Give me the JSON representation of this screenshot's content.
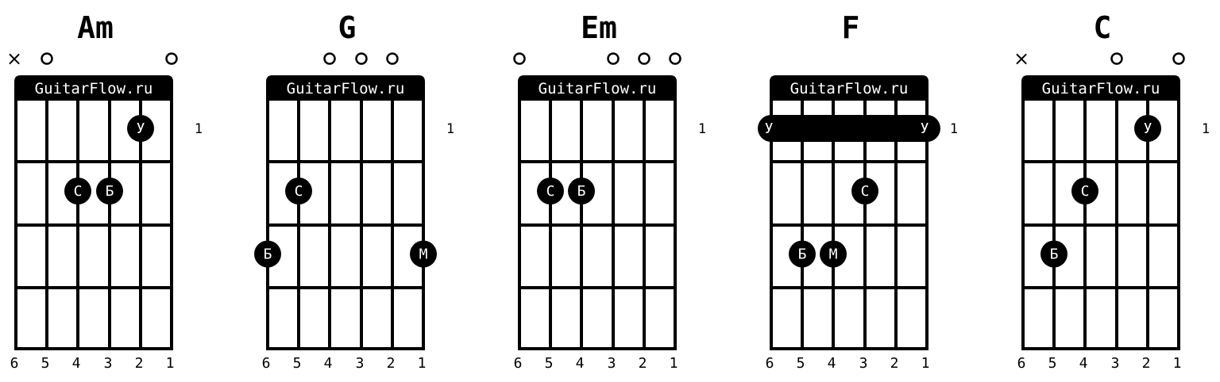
{
  "brand_label": "GuitarFlow.ru",
  "fret_number_label": "1",
  "string_numbers": [
    "6",
    "5",
    "4",
    "3",
    "2",
    "1"
  ],
  "chords": [
    {
      "name": "Am",
      "open_marks": [
        {
          "string": 6,
          "mark": "×"
        },
        {
          "string": 5,
          "mark": "○"
        },
        {
          "string": 1,
          "mark": "○"
        }
      ],
      "barre": null,
      "fingers": [
        {
          "string": 2,
          "fret": 1,
          "label": "У"
        },
        {
          "string": 4,
          "fret": 2,
          "label": "С"
        },
        {
          "string": 3,
          "fret": 2,
          "label": "Б"
        }
      ]
    },
    {
      "name": "G",
      "open_marks": [
        {
          "string": 4,
          "mark": "○"
        },
        {
          "string": 3,
          "mark": "○"
        },
        {
          "string": 2,
          "mark": "○"
        }
      ],
      "barre": null,
      "fingers": [
        {
          "string": 5,
          "fret": 2,
          "label": "С"
        },
        {
          "string": 6,
          "fret": 3,
          "label": "Б"
        },
        {
          "string": 1,
          "fret": 3,
          "label": "М"
        }
      ]
    },
    {
      "name": "Em",
      "open_marks": [
        {
          "string": 6,
          "mark": "○"
        },
        {
          "string": 3,
          "mark": "○"
        },
        {
          "string": 2,
          "mark": "○"
        },
        {
          "string": 1,
          "mark": "○"
        }
      ],
      "barre": null,
      "fingers": [
        {
          "string": 5,
          "fret": 2,
          "label": "С"
        },
        {
          "string": 4,
          "fret": 2,
          "label": "Б"
        }
      ]
    },
    {
      "name": "F",
      "open_marks": [],
      "barre": {
        "fret": 1,
        "from_string": 6,
        "to_string": 1,
        "label_left": "У",
        "label_right": "У"
      },
      "fingers": [
        {
          "string": 3,
          "fret": 2,
          "label": "С"
        },
        {
          "string": 5,
          "fret": 3,
          "label": "Б"
        },
        {
          "string": 4,
          "fret": 3,
          "label": "М"
        }
      ]
    },
    {
      "name": "C",
      "open_marks": [
        {
          "string": 6,
          "mark": "×"
        },
        {
          "string": 3,
          "mark": "○"
        },
        {
          "string": 1,
          "mark": "○"
        }
      ],
      "barre": null,
      "fingers": [
        {
          "string": 2,
          "fret": 1,
          "label": "У"
        },
        {
          "string": 4,
          "fret": 2,
          "label": "С"
        },
        {
          "string": 5,
          "fret": 3,
          "label": "Б"
        }
      ]
    }
  ]
}
